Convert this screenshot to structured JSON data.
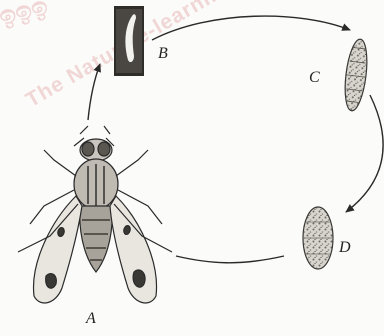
{
  "labels": {
    "a": "A",
    "b": "B",
    "c": "C",
    "d": "D"
  },
  "watermark": {
    "top": "ඉඉඉ",
    "main": "The Nature e-learning"
  },
  "colors": {
    "ink": "#2a2a2a",
    "watermark": "#e8b8b8"
  }
}
